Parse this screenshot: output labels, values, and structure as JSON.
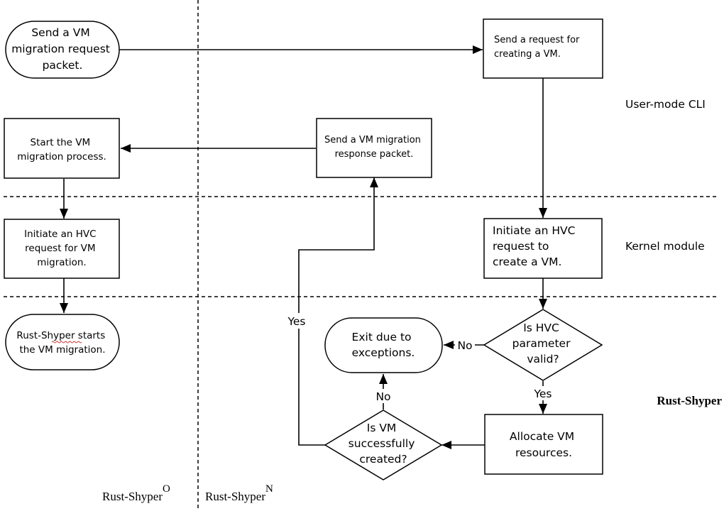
{
  "nodes": {
    "send_request_packet": [
      "Send a VM",
      "migration request",
      "packet."
    ],
    "create_vm_request": [
      "Send a request for",
      "creating a VM."
    ],
    "start_migration": [
      "Start the VM",
      "migration process."
    ],
    "response_packet": [
      "Send a VM migration",
      "response packet."
    ],
    "hvc_migration": [
      "Initiate an HVC",
      "request for VM",
      "migration."
    ],
    "hvc_create": [
      "Initiate an HVC",
      "request to",
      "create a VM."
    ],
    "shyper_starts": [
      "Rust-Shyper starts",
      "the VM migration."
    ],
    "exit_exceptions": [
      "Exit due to",
      "exceptions."
    ],
    "hvc_valid": [
      "Is HVC",
      "parameter",
      "valid?"
    ],
    "allocate": [
      "Allocate VM",
      "resources."
    ],
    "vm_created": [
      "Is VM",
      "successfully",
      "created?"
    ]
  },
  "edge_labels": {
    "yes_left": "Yes",
    "no_right": "No",
    "yes_down": "Yes",
    "no_up": "No"
  },
  "layers": {
    "user_mode": "User-mode CLI",
    "kernel": "Kernel module",
    "hypervisor": "Rust-Shyper"
  },
  "columns": {
    "origin": {
      "base": "Rust-Shyper",
      "sup": "O"
    },
    "new": {
      "base": "Rust-Shyper",
      "sup": "N"
    }
  }
}
